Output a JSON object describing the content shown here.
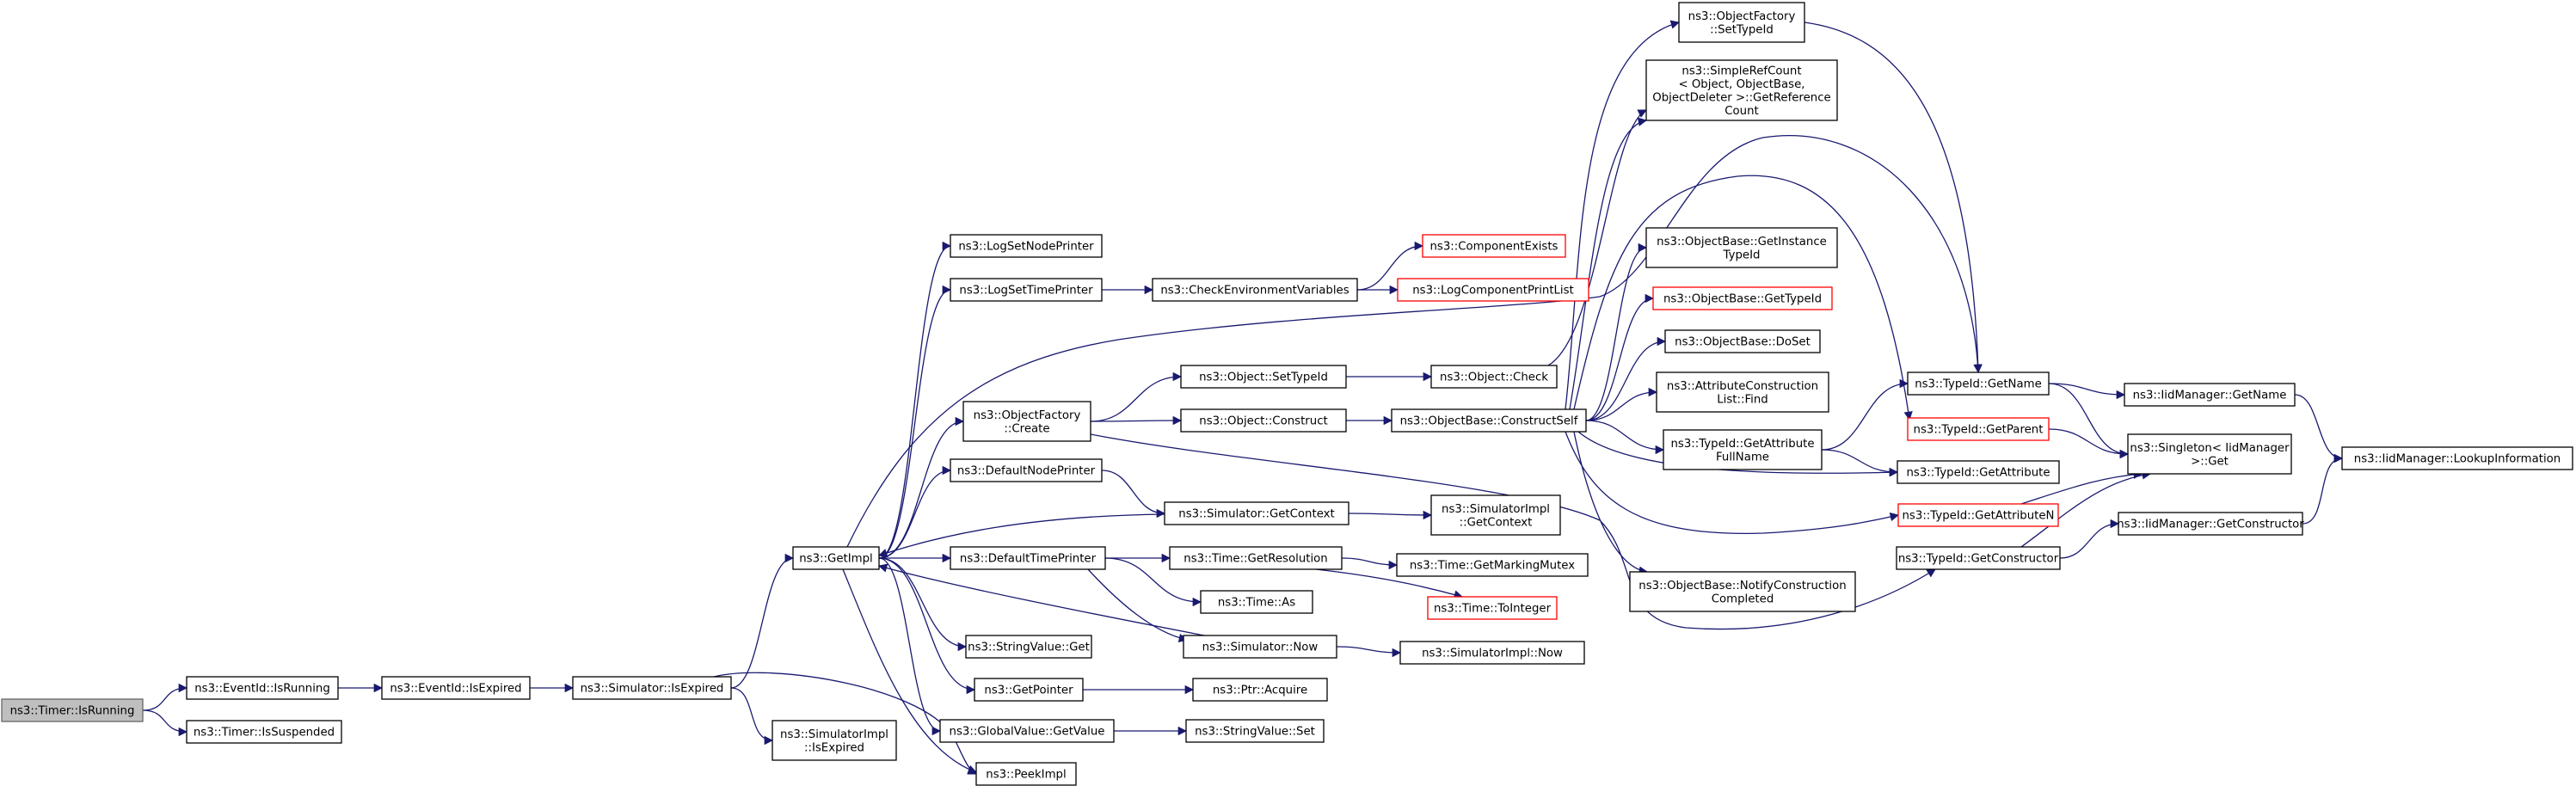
{
  "colors": {
    "edge": "#191970",
    "border": "#000000",
    "red_border": "#ff0000",
    "root_fill": "#bfbfbf",
    "root_border": "#666666"
  },
  "nodes": {
    "timer_isrunning": {
      "lines": [
        "ns3::Timer::IsRunning"
      ],
      "style": "root"
    },
    "eventid_isrunning": {
      "lines": [
        "ns3::EventId::IsRunning"
      ]
    },
    "timer_issuspended": {
      "lines": [
        "ns3::Timer::IsSuspended"
      ]
    },
    "eventid_isexpired": {
      "lines": [
        "ns3::EventId::IsExpired"
      ]
    },
    "simulator_isexpired": {
      "lines": [
        "ns3::Simulator::IsExpired"
      ]
    },
    "simulatorimpl_isexpired": {
      "lines": [
        "ns3::SimulatorImpl",
        "::IsExpired"
      ]
    },
    "getimpl": {
      "lines": [
        "ns3::GetImpl"
      ]
    },
    "peekimpl": {
      "lines": [
        "ns3::PeekImpl"
      ]
    },
    "logsetnodeprinter": {
      "lines": [
        "ns3::LogSetNodePrinter"
      ]
    },
    "logsettimeprinter": {
      "lines": [
        "ns3::LogSetTimePrinter"
      ]
    },
    "objectfactory_create": {
      "lines": [
        "ns3::ObjectFactory",
        "::Create"
      ]
    },
    "defaultnodeprinter": {
      "lines": [
        "ns3::DefaultNodePrinter"
      ]
    },
    "defaulttimeprinter": {
      "lines": [
        "ns3::DefaultTimePrinter"
      ]
    },
    "stringvalue_get": {
      "lines": [
        "ns3::StringValue::Get"
      ]
    },
    "getpointer": {
      "lines": [
        "ns3::GetPointer"
      ]
    },
    "globalvalue_getvalue": {
      "lines": [
        "ns3::GlobalValue::GetValue"
      ]
    },
    "checkenvironmentvariables": {
      "lines": [
        "ns3::CheckEnvironmentVariables"
      ]
    },
    "componentexists": {
      "lines": [
        "ns3::ComponentExists"
      ],
      "style": "red"
    },
    "logcomponentprintlist": {
      "lines": [
        "ns3::LogComponentPrintList"
      ],
      "style": "red"
    },
    "object_settypeid": {
      "lines": [
        "ns3::Object::SetTypeId"
      ]
    },
    "object_construct": {
      "lines": [
        "ns3::Object::Construct"
      ]
    },
    "object_check": {
      "lines": [
        "ns3::Object::Check"
      ]
    },
    "simulator_getcontext": {
      "lines": [
        "ns3::Simulator::GetContext"
      ]
    },
    "simulatorimpl_getcontext": {
      "lines": [
        "ns3::SimulatorImpl",
        "::GetContext"
      ]
    },
    "time_getresolution": {
      "lines": [
        "ns3::Time::GetResolution"
      ]
    },
    "time_as": {
      "lines": [
        "ns3::Time::As"
      ]
    },
    "simulator_now": {
      "lines": [
        "ns3::Simulator::Now"
      ]
    },
    "ptr_acquire": {
      "lines": [
        "ns3::Ptr::Acquire"
      ]
    },
    "stringvalue_set": {
      "lines": [
        "ns3::StringValue::Set"
      ]
    },
    "time_getmarkingmutex": {
      "lines": [
        "ns3::Time::GetMarkingMutex"
      ]
    },
    "time_tointeger": {
      "lines": [
        "ns3::Time::ToInteger"
      ],
      "style": "red"
    },
    "simulatorimpl_now": {
      "lines": [
        "ns3::SimulatorImpl::Now"
      ]
    },
    "objectbase_constructself": {
      "lines": [
        "ns3::ObjectBase::ConstructSelf"
      ]
    },
    "objectfactory_settypeid": {
      "lines": [
        "ns3::ObjectFactory",
        "::SetTypeId"
      ]
    },
    "simplerefcount": {
      "lines": [
        "ns3::SimpleRefCount",
        "< Object, ObjectBase,",
        "ObjectDeleter >::GetReference",
        "Count"
      ]
    },
    "objectbase_getinstancetypeid": {
      "lines": [
        "ns3::ObjectBase::GetInstance",
        "TypeId"
      ]
    },
    "objectbase_gettypeid": {
      "lines": [
        "ns3::ObjectBase::GetTypeId"
      ],
      "style": "red"
    },
    "objectbase_doset": {
      "lines": [
        "ns3::ObjectBase::DoSet"
      ]
    },
    "attributeconstructionlist_find": {
      "lines": [
        "ns3::AttributeConstruction",
        "List::Find"
      ]
    },
    "typeid_getattributefullname": {
      "lines": [
        "ns3::TypeId::GetAttribute",
        "FullName"
      ]
    },
    "objectbase_notifyconstructioncompleted": {
      "lines": [
        "ns3::ObjectBase::NotifyConstruction",
        "Completed"
      ]
    },
    "typeid_getname": {
      "lines": [
        "ns3::TypeId::GetName"
      ]
    },
    "typeid_getparent": {
      "lines": [
        "ns3::TypeId::GetParent"
      ],
      "style": "red"
    },
    "typeid_getattribute": {
      "lines": [
        "ns3::TypeId::GetAttribute"
      ]
    },
    "typeid_getattributen": {
      "lines": [
        "ns3::TypeId::GetAttributeN"
      ],
      "style": "red"
    },
    "typeid_getconstructor": {
      "lines": [
        "ns3::TypeId::GetConstructor"
      ]
    },
    "iidmanager_getname": {
      "lines": [
        "ns3::IidManager::GetName"
      ]
    },
    "singleton_get": {
      "lines": [
        "ns3::Singleton< IidManager",
        " >::Get"
      ]
    },
    "iidmanager_getconstructor": {
      "lines": [
        "ns3::IidManager::GetConstructor"
      ]
    },
    "iidmanager_lookupinformation": {
      "lines": [
        "ns3::IidManager::LookupInformation"
      ]
    }
  }
}
